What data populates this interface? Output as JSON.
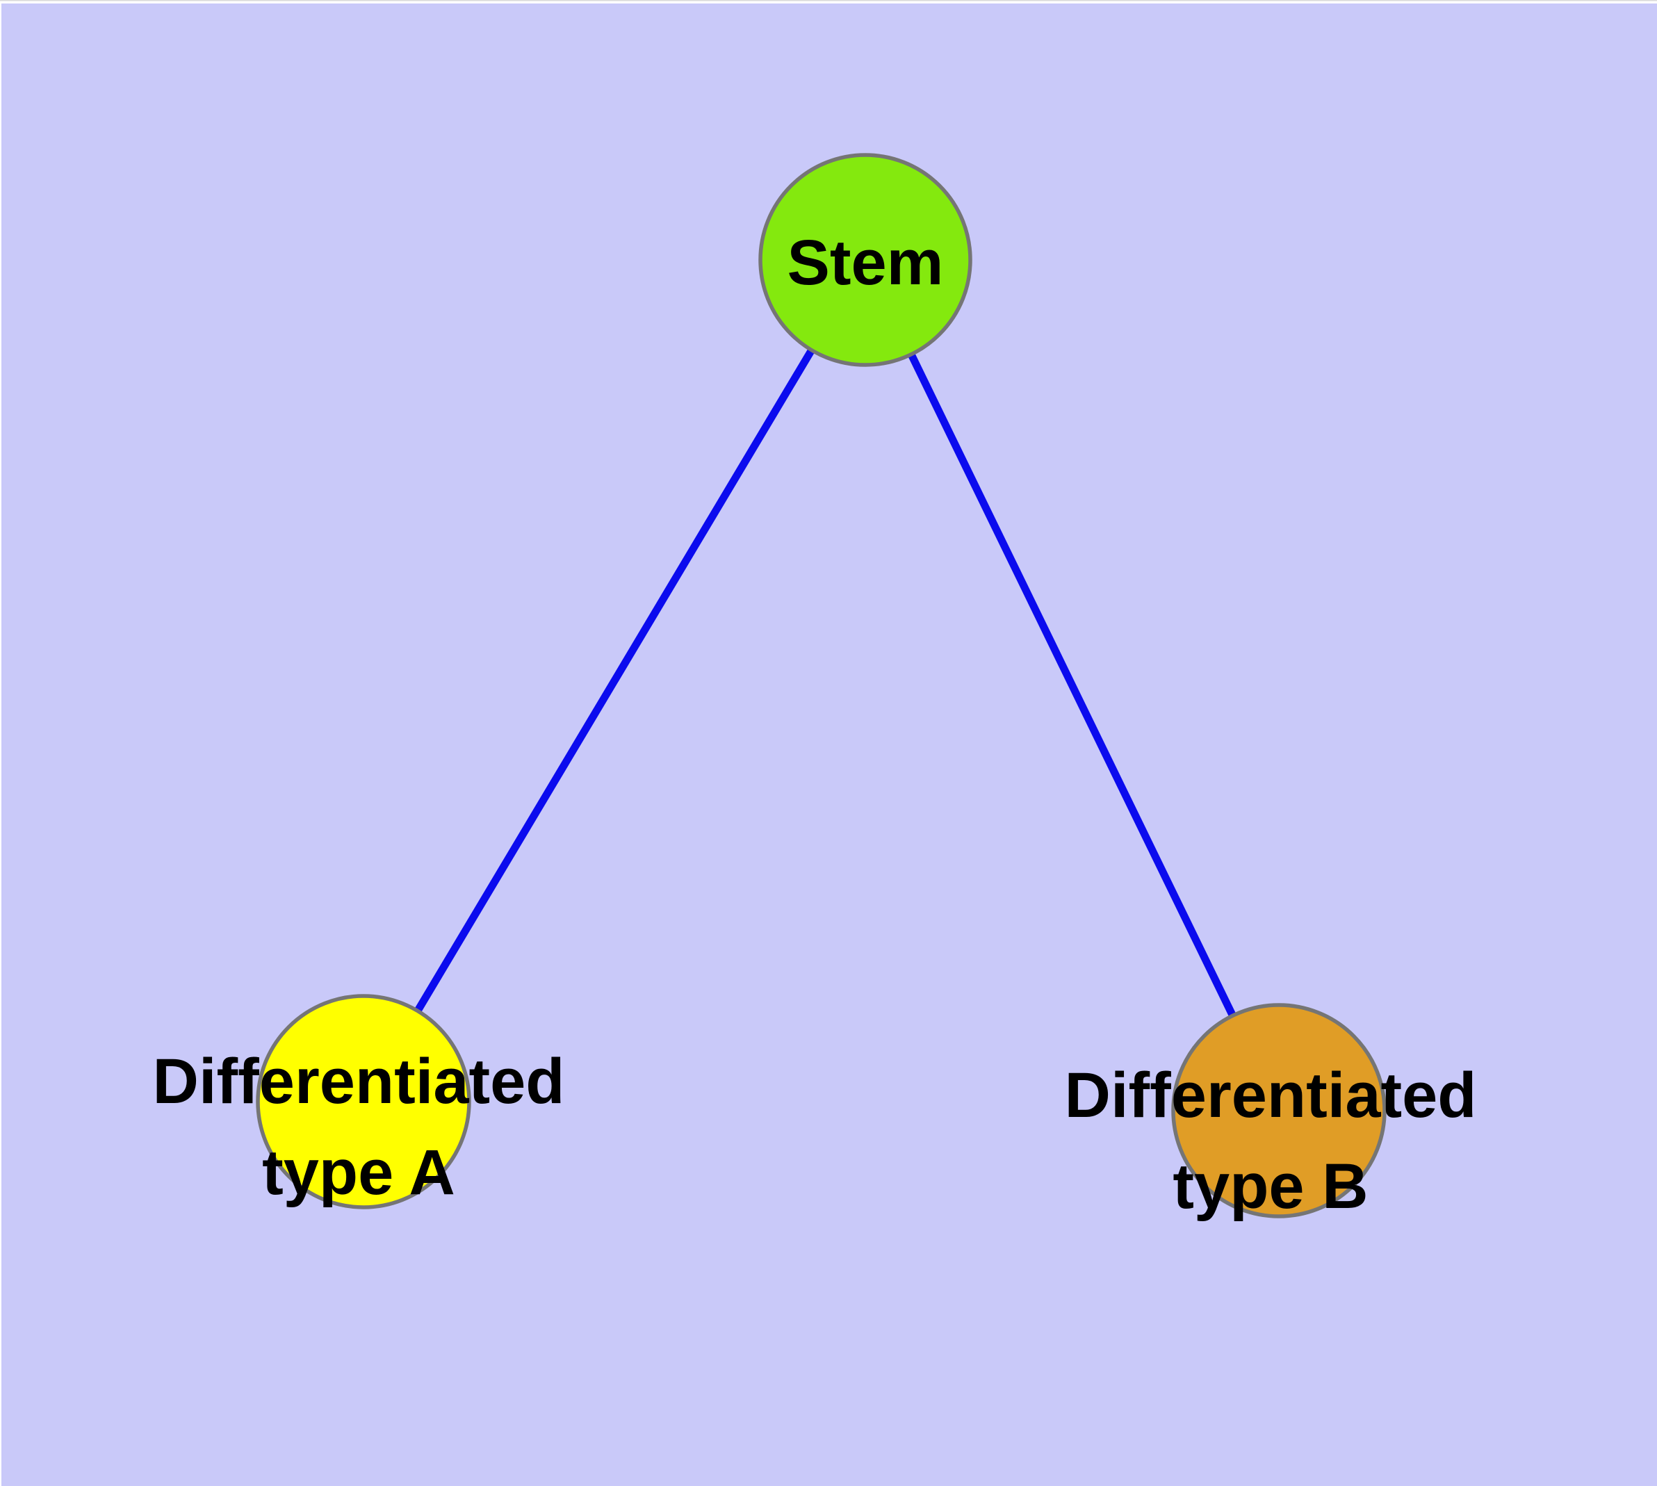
{
  "figure": {
    "title": "",
    "background_color": "#c9c9f9",
    "top_margin_color": "#ffffff",
    "top_hairline_color": "#d9d9d9",
    "edge_color": "#0b0bee",
    "node_border_color": "#757575",
    "label_color": "#000000",
    "nodes": {
      "stem": {
        "label": "Stem",
        "color": "#84e90e"
      },
      "type_a": {
        "label_line1": "Differentiated",
        "label_line2": "type A",
        "color": "#ffff00"
      },
      "type_b": {
        "label_line1": "Differentiated",
        "label_line2": "type B",
        "color": "#e09d26"
      }
    },
    "edges": [
      {
        "from": "Stem",
        "to": "Differentiated type A"
      },
      {
        "from": "Stem",
        "to": "Differentiated type B"
      }
    ]
  }
}
